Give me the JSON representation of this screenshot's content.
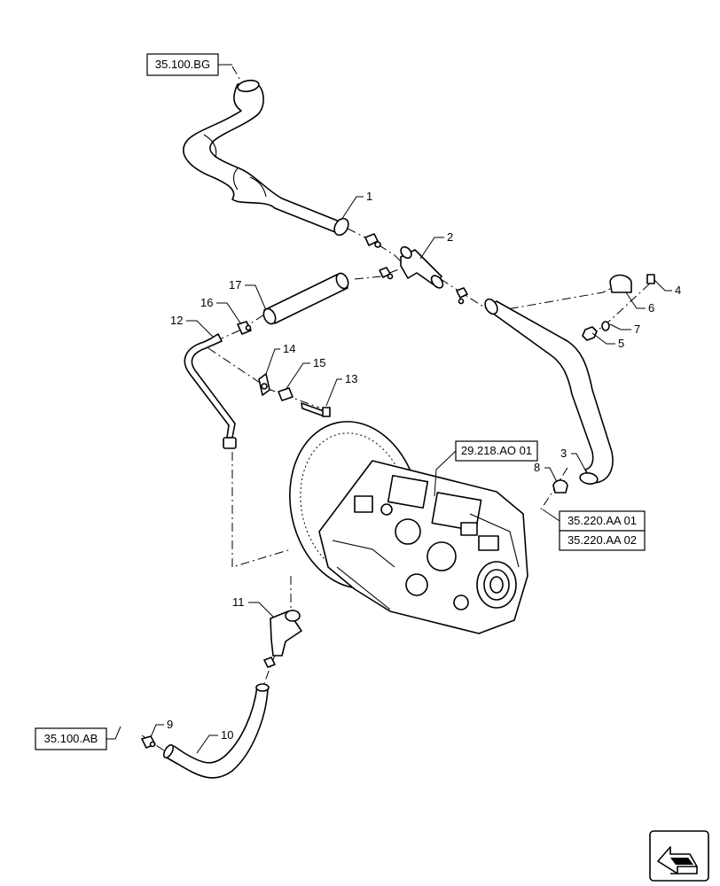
{
  "callouts": {
    "c1": "1",
    "c2": "2",
    "c3": "3",
    "c4": "4",
    "c5": "5",
    "c6": "6",
    "c7": "7",
    "c8": "8",
    "c9": "9",
    "c10": "10",
    "c11": "11",
    "c12": "12",
    "c13": "13",
    "c14": "14",
    "c15": "15",
    "c16": "16",
    "c17": "17"
  },
  "refs": {
    "r_top": "35.100.BG",
    "r_pump": "29.218.AO 01",
    "r_aa01": "35.220.AA 01",
    "r_aa02": "35.220.AA 02",
    "r_bottom": "35.100.AB"
  },
  "icons": [
    "hose-icon",
    "tee-fitting-icon",
    "clamp-icon",
    "pump-assembly-icon",
    "navigation-arrow-icon"
  ]
}
